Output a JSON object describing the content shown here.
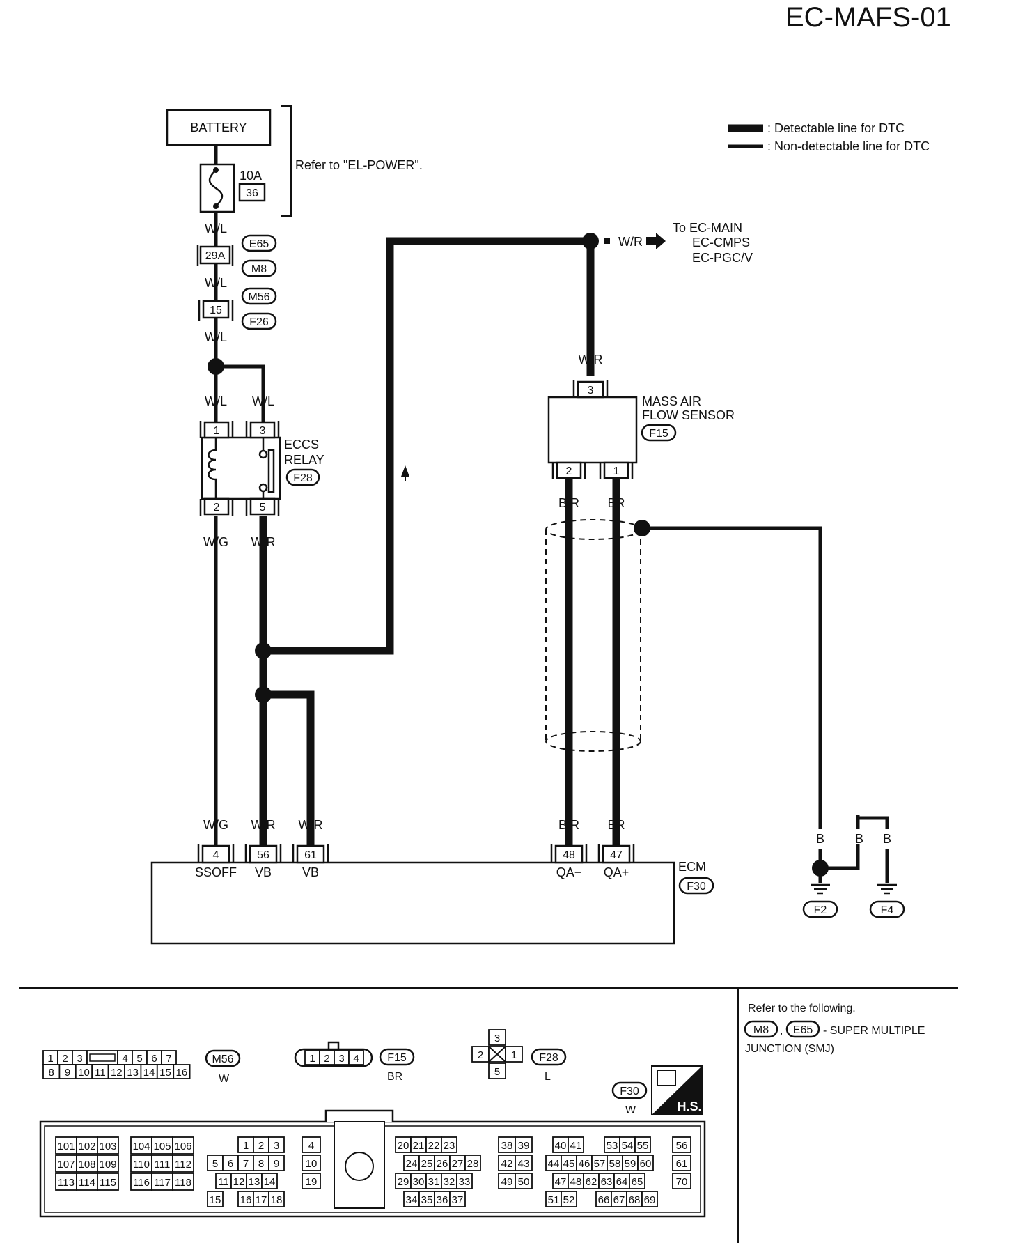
{
  "page": {
    "title": "EC-MAFS-01"
  },
  "legend": {
    "detectable": ": Detectable line for DTC",
    "non_detectable": ": Non-detectable line for DTC"
  },
  "battery": {
    "label": "BATTERY",
    "fuse_rating": "10A",
    "fuse_number": "36",
    "refer": "Refer to \"EL-POWER\"."
  },
  "connectors": {
    "e65": "E65",
    "m8": "M8",
    "m56": "M56",
    "f26": "F26",
    "f15": "F15",
    "f28": "F28",
    "f30": "F30",
    "f2": "F2",
    "f4": "F4"
  },
  "pins": {
    "j29a": "29A",
    "j15": "15",
    "relay1": "1",
    "relay3": "3",
    "relay2": "2",
    "relay5": "5",
    "maf3": "3",
    "maf2": "2",
    "maf1": "1",
    "ecm4": "4",
    "ecm56": "56",
    "ecm61": "61",
    "ecm48": "48",
    "ecm47": "47"
  },
  "wires": {
    "wl": "W/L",
    "wg": "W/G",
    "wr": "W/R",
    "br_slash": "B/R",
    "br": "BR",
    "b": "B"
  },
  "to_main": {
    "line1": "To EC-MAIN",
    "line2": "EC-CMPS",
    "line3": "EC-PGC/V"
  },
  "relay": {
    "line1": "ECCS",
    "line2": "RELAY"
  },
  "maf": {
    "line1": "MASS AIR",
    "line2": "FLOW SENSOR"
  },
  "ecm": {
    "label": "ECM",
    "ssoff": "SSOFF",
    "vb": "VB",
    "qa_minus": "QA−",
    "qa_plus": "QA+"
  },
  "bottom": {
    "refer_line": "Refer to the following.",
    "smj_a": "- SUPER MULTIPLE",
    "smj_b": "JUNCTION (SMJ)",
    "comma": ",",
    "m56_color": "W",
    "f15_color": "BR",
    "f28_color": "L",
    "f30_color": "W",
    "hs": "H.S."
  },
  "connector_m56": {
    "row1": [
      "1",
      "2",
      "3",
      "4",
      "5",
      "6",
      "7"
    ],
    "row2": [
      "8",
      "9",
      "10",
      "11",
      "12",
      "13",
      "14",
      "15",
      "16"
    ]
  },
  "connector_f15": [
    "1",
    "2",
    "3",
    "4"
  ],
  "connector_f28": [
    "3",
    "2",
    "1",
    "5"
  ],
  "ecm_connector": {
    "g1": [
      "101",
      "102",
      "103",
      "107",
      "108",
      "109",
      "113",
      "114",
      "115"
    ],
    "g2": [
      "104",
      "105",
      "106",
      "110",
      "111",
      "112",
      "116",
      "117",
      "118"
    ],
    "g3": [
      "1",
      "2",
      "3",
      "5",
      "6",
      "7",
      "8",
      "9",
      "11",
      "12",
      "13",
      "14",
      "15",
      "16",
      "17",
      "18"
    ],
    "g4": [
      "4",
      "10",
      "19"
    ],
    "g5": [
      "20",
      "21",
      "22",
      "23",
      "24",
      "25",
      "26",
      "27",
      "28",
      "29",
      "30",
      "31",
      "32",
      "33",
      "34",
      "35",
      "36",
      "37"
    ],
    "g6": [
      "38",
      "39",
      "42",
      "43",
      "49",
      "50"
    ],
    "g7": [
      "40",
      "41",
      "53",
      "54",
      "55",
      "44",
      "45",
      "46",
      "57",
      "58",
      "59",
      "60",
      "47",
      "48",
      "62",
      "63",
      "64",
      "65",
      "51",
      "52",
      "66",
      "67",
      "68",
      "69"
    ],
    "g8": [
      "56",
      "61",
      "70"
    ]
  }
}
